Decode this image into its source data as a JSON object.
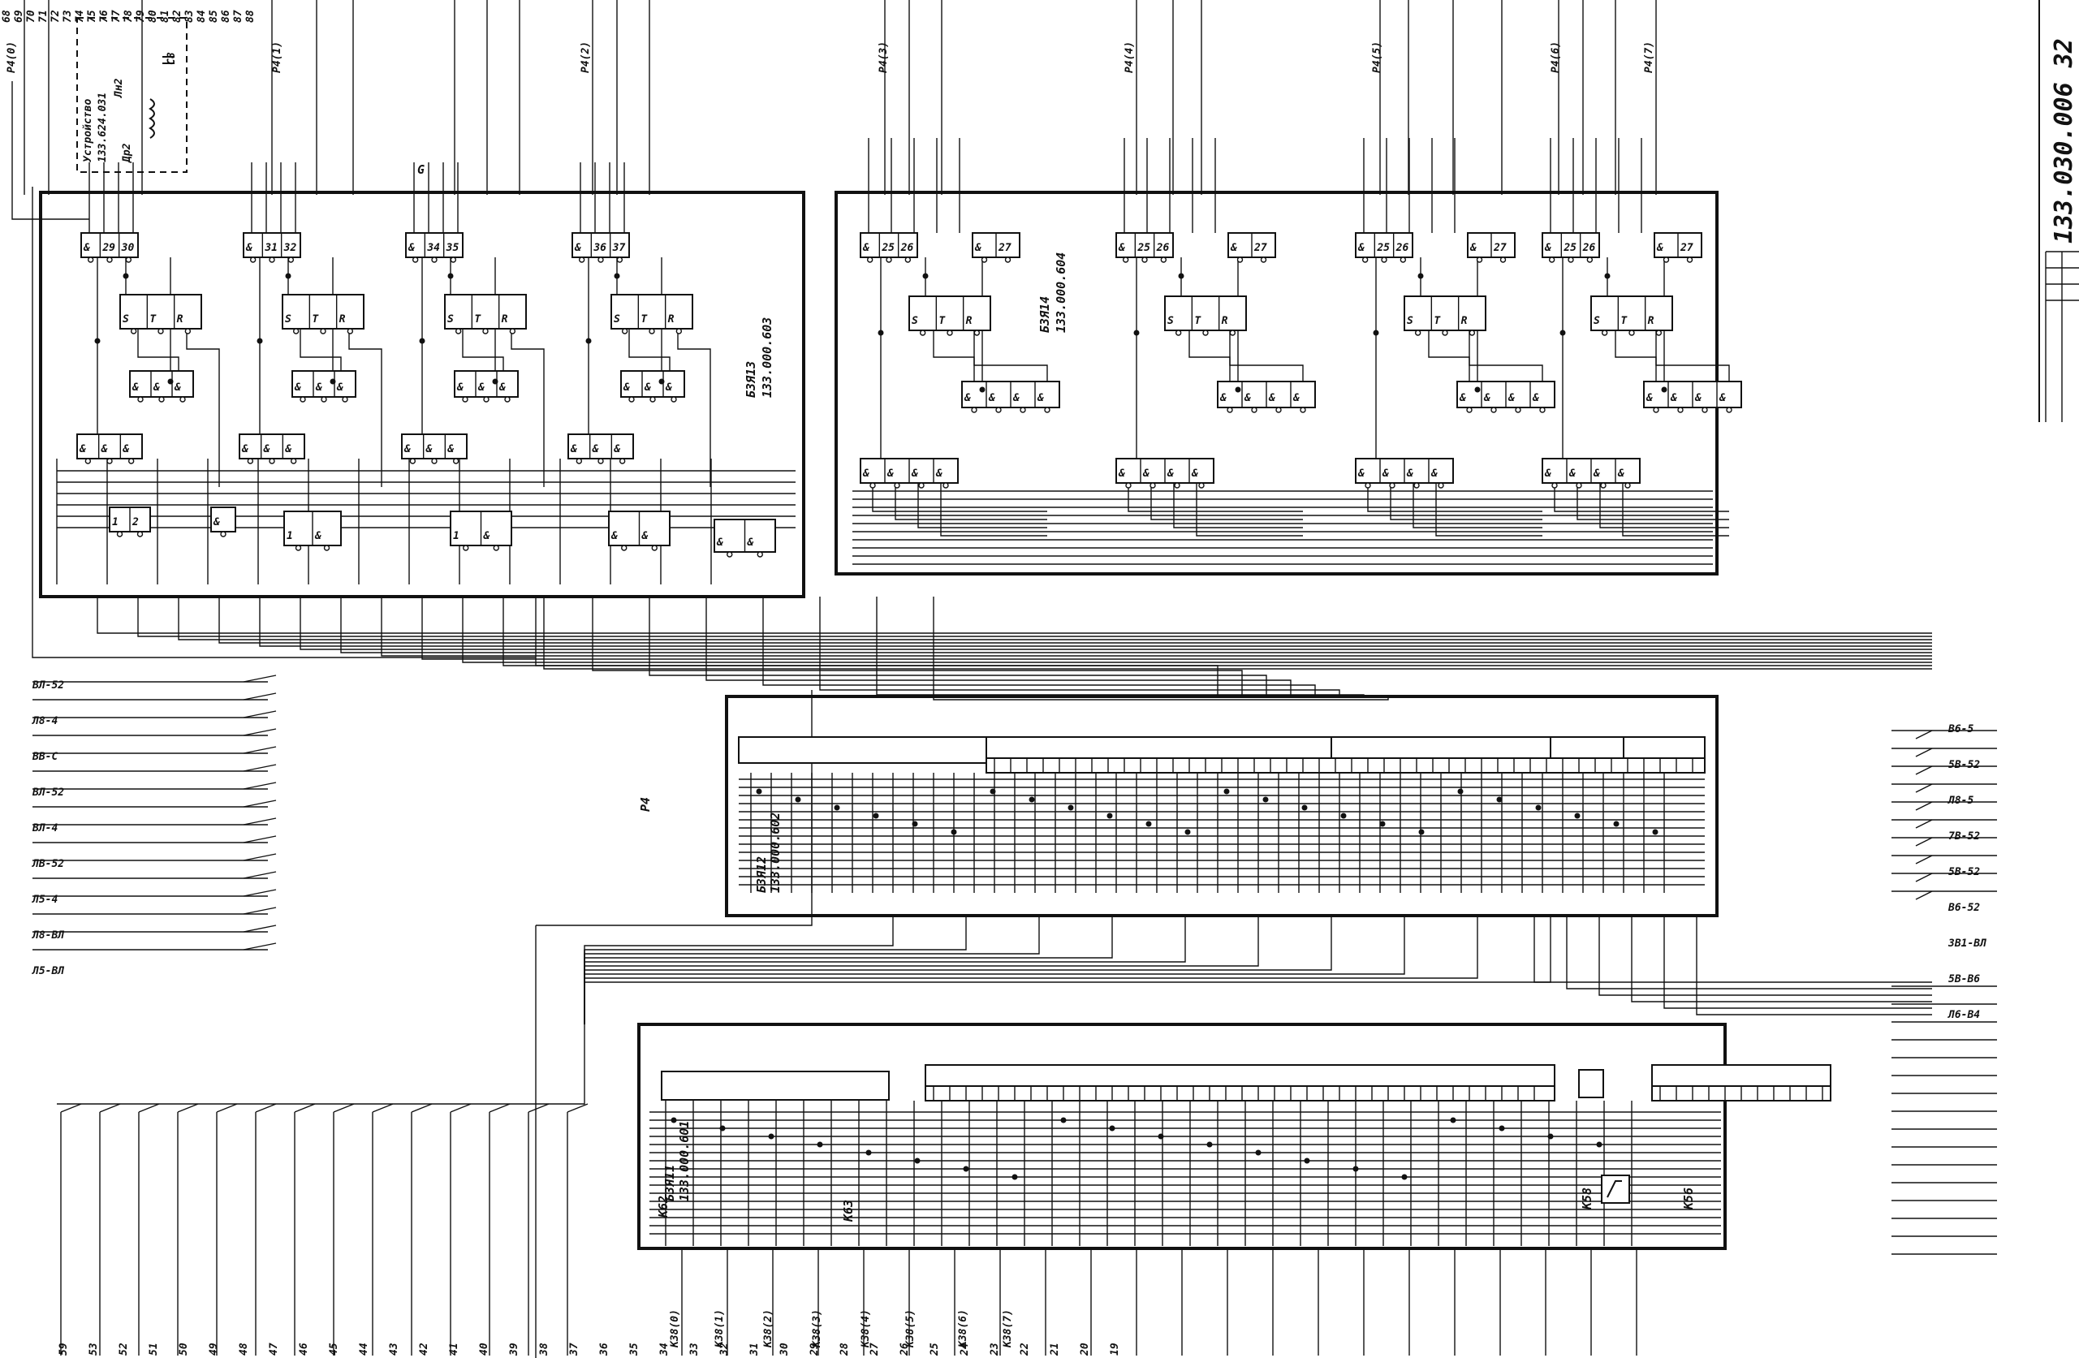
{
  "document": {
    "drawing_number": "133.030.006 32",
    "net_label": "P4",
    "corner_marks": [
      "G"
    ]
  },
  "boards": [
    {
      "id": "b1",
      "designation": "Б3Я13",
      "part_no": "133.000.603"
    },
    {
      "id": "b2",
      "designation": "Б3Я14",
      "part_no": "133.000.604"
    },
    {
      "id": "b3",
      "designation": "Б3Я12",
      "part_no": "133.000.602"
    },
    {
      "id": "b4",
      "designation": "Б3Я11",
      "part_no": "133.000.601"
    }
  ],
  "aux_device": {
    "title": "Устройство",
    "part_no": "133.624.031",
    "labels": [
      "Др2",
      "Лн2",
      "С8"
    ]
  },
  "relays": [
    "К62",
    "К63",
    "К58",
    "К56"
  ],
  "top_signals": [
    "Р4(0)",
    "Р4(1)",
    "Р4(2)",
    "Р4(3)",
    "Р4(4)",
    "Р4(5)",
    "Р4(6)",
    "Р4(7)"
  ],
  "bottom_signals": [
    "К38(0)",
    "К38(1)",
    "К38(2)",
    "К38(3)",
    "К38(4)",
    "К38(5)",
    "К38(6)",
    "К38(7)"
  ],
  "left_signals": [
    "ВЛ-52",
    "Л8-4",
    "ВВ-С",
    "ВЛ-52",
    "ВЛ-4",
    "ЛВ-52",
    "Л5-4",
    "Л8-ВЛ",
    "Л5-ВЛ"
  ],
  "right_signals": [
    "В6-5",
    "5В-52",
    "Л8-5",
    "7В-52",
    "5В-52",
    "В6-52",
    "ЗВ1-ВЛ",
    "5В-В6",
    "Л6-В4"
  ],
  "pin_top_row": [
    "68",
    "69",
    "70",
    "71",
    "72",
    "73",
    "74",
    "75",
    "76",
    "77",
    "78",
    "79",
    "80",
    "81",
    "82",
    "83",
    "84",
    "85",
    "86",
    "87",
    "88"
  ],
  "pin_bottom_row": [
    "59",
    "53",
    "52",
    "51",
    "50",
    "49",
    "48",
    "47",
    "46",
    "45",
    "44",
    "43",
    "42",
    "41",
    "40",
    "39",
    "38",
    "37",
    "36",
    "35",
    "34",
    "33",
    "32",
    "31",
    "30",
    "29",
    "28",
    "27",
    "26",
    "25",
    "24",
    "23",
    "22",
    "21",
    "20",
    "19"
  ]
}
